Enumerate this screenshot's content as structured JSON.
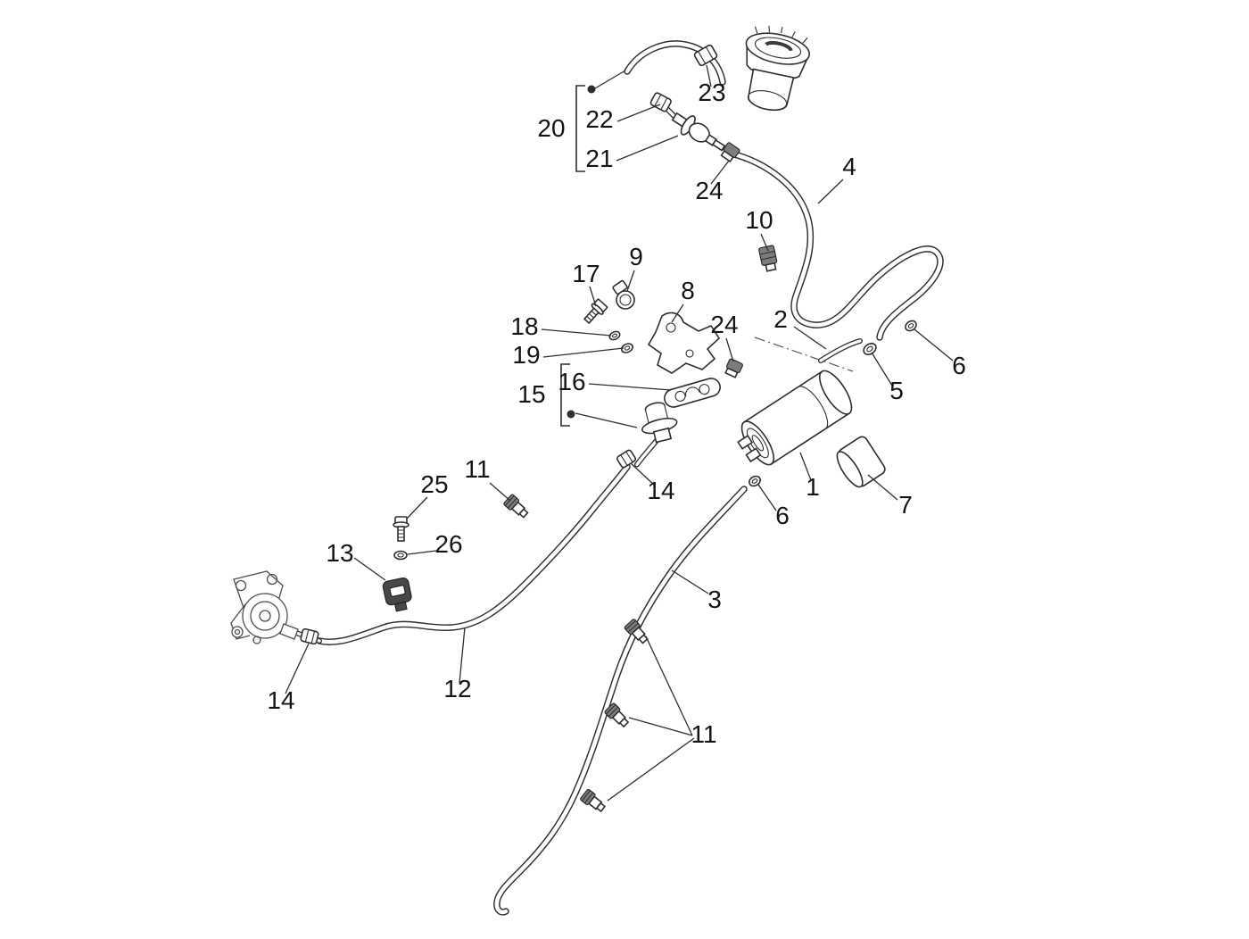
{
  "colors": {
    "background": "#ffffff",
    "line": "#2e2e2e"
  },
  "callouts": {
    "c1": "1",
    "c2": "2",
    "c3": "3",
    "c4": "4",
    "c5": "5",
    "c6a": "6",
    "c6b": "6",
    "c7": "7",
    "c8": "8",
    "c9": "9",
    "c10": "10",
    "c11a": "11",
    "c11b": "11",
    "c12": "12",
    "c13": "13",
    "c14a": "14",
    "c14b": "14",
    "c15": "15",
    "c16": "16",
    "c17": "17",
    "c18": "18",
    "c19": "19",
    "c20": "20",
    "c21": "21",
    "c22": "22",
    "c23": "23",
    "c24a": "24",
    "c24b": "24",
    "c25": "25",
    "c26": "26"
  }
}
